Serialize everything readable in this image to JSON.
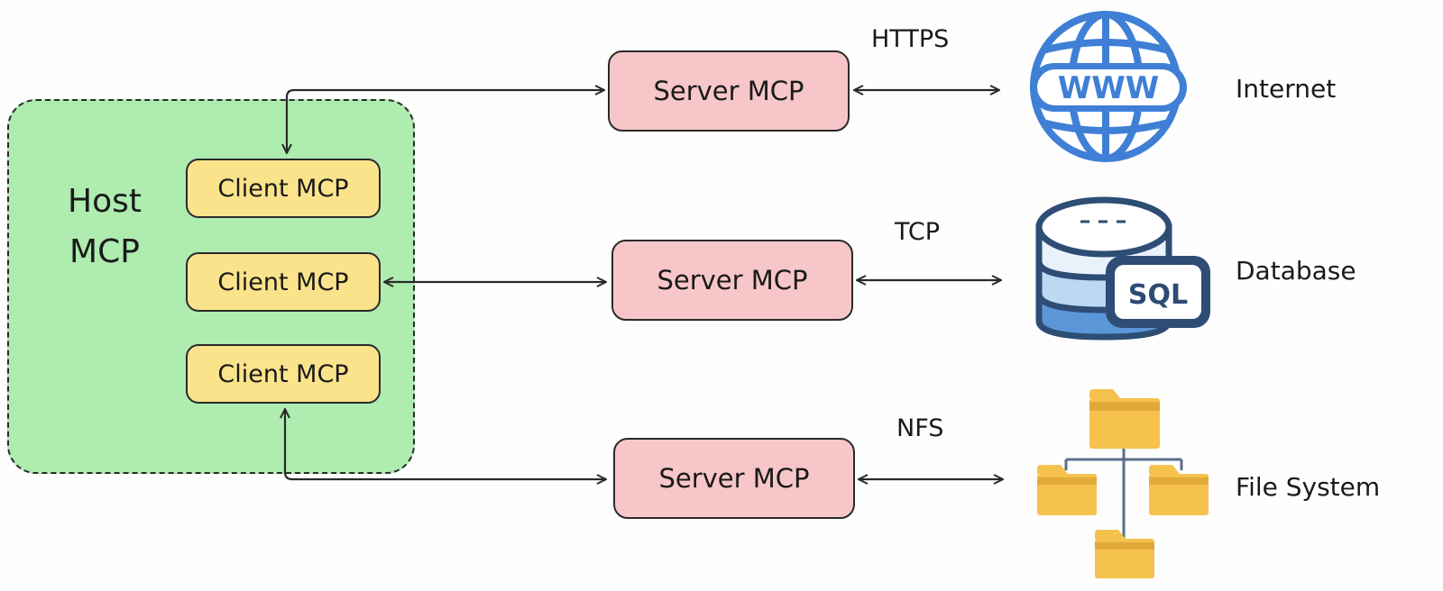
{
  "host": {
    "label_line1": "Host",
    "label_line2": "MCP"
  },
  "clients": [
    {
      "label": "Client MCP"
    },
    {
      "label": "Client MCP"
    },
    {
      "label": "Client MCP"
    }
  ],
  "servers": [
    {
      "label": "Server MCP",
      "protocol": "HTTPS",
      "resource": "Internet",
      "icon": "globe-www-icon"
    },
    {
      "label": "Server MCP",
      "protocol": "TCP",
      "resource": "Database",
      "icon": "sql-database-icon"
    },
    {
      "label": "Server MCP",
      "protocol": "NFS",
      "resource": "File System",
      "icon": "folder-tree-icon"
    }
  ],
  "icon_texts": {
    "globe": "WWW",
    "database": "SQL"
  },
  "colors": {
    "host_fill": "#aeecb0",
    "client_fill": "#fbe38b",
    "server_fill": "#f7c6c9",
    "globe_blue": "#3f7fd6",
    "db_navy": "#2e4d75",
    "folder_yellow": "#f4c24d"
  }
}
